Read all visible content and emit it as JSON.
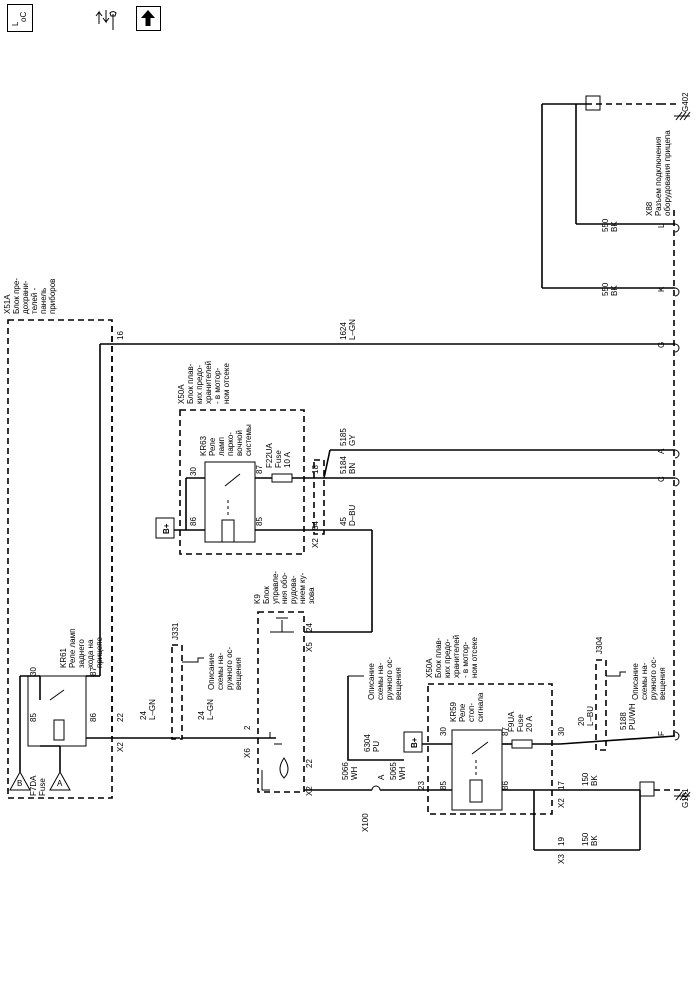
{
  "toolbar": {
    "location_glyph_a": "L",
    "location_glyph_b": "oC"
  },
  "labels": {
    "x51a": [
      "X51A",
      "Блок пре-",
      "дохрани-",
      "телей -",
      "панель",
      "приборов"
    ],
    "x51a_pin16": "16",
    "x51a_pin22": "22",
    "x51a_conn": "X2",
    "f7da": [
      "F7DA",
      "Fuse"
    ],
    "kr61": [
      "KR61",
      "Реле ламп",
      "заднего",
      "хода на",
      "прицепе"
    ],
    "kr61_pin30": "30",
    "kr61_pin85": "85",
    "kr61_pin86": "86",
    "kr61_pin87": "87",
    "term_b": "B",
    "term_a": "A",
    "x50a_top": [
      "X50A",
      "Блок плав-",
      "ких предо-",
      "хранителей",
      "- в мотор-",
      "ном отсеке"
    ],
    "kr63": [
      "KR63",
      "Реле",
      "ламп",
      "парко-",
      "вочной",
      "системы"
    ],
    "kr63_pin30": "30",
    "kr63_pin87": "87",
    "kr63_pin86": "86",
    "kr63_pin85": "85",
    "f22ua": [
      "F22UA",
      "Fuse",
      "10 A"
    ],
    "x50a_top_pin18": "18",
    "x50a_top_pin54": "54",
    "x50a_top_conn": "X2",
    "bplus_top": "B+",
    "bplus_bottom": "B+",
    "k9": [
      "K9",
      "Блок",
      "управле-",
      "ния обо-",
      "рудова-",
      "нием ку-",
      "зова"
    ],
    "k9_pin24": "24",
    "k9_conn_x5": "X5",
    "k9_pin2": "2",
    "k9_conn_x6": "X6",
    "k9_pin22": "22",
    "k9_conn_x2": "X2",
    "j331": "J331",
    "j331_desc": [
      "Описание",
      "схемы на-",
      "ружного ос-",
      "вещения"
    ],
    "wire_24_lgn_a": [
      "24",
      "L–GN"
    ],
    "wire_24_lgn_b": [
      "24",
      "L–GN"
    ],
    "wire_45_dbu": [
      "45",
      "D–BU"
    ],
    "wire_5185_gy": [
      "5185",
      "GY"
    ],
    "wire_5184_bn": [
      "5184",
      "BN"
    ],
    "wire_1624_lgn": [
      "1624",
      "L–GN"
    ],
    "wire_550_bk_a": [
      "550",
      "BK"
    ],
    "wire_550_bk_b": [
      "550",
      "BK"
    ],
    "x88": [
      "X88",
      "Разъем подключения",
      "оборудования прицепа"
    ],
    "x88_pins": [
      "L",
      "K",
      "G",
      "A",
      "C",
      "F"
    ],
    "g402": "G402",
    "g101": "G101",
    "x50a_bottom": [
      "X50A",
      "Блок плав-",
      "ких предо-",
      "хранителей",
      "- в мотор-",
      "ном отсеке"
    ],
    "kr59": [
      "KR59",
      "Реле",
      "стоп-",
      "сигнала"
    ],
    "kr59_pin30": "30",
    "kr59_pin87": "87",
    "kr59_pin85": "85",
    "kr59_pin86": "86",
    "f9ua": [
      "F9UA",
      "Fuse",
      "20 A"
    ],
    "x50a_bot_pin30": "30",
    "x50a_bot_pin17": "17",
    "x50a_bot_pin23": "23",
    "x50a_bot_pin19": "19",
    "x50a_bot_conn_x2": "X2",
    "x50a_bot_conn_x3": "X3",
    "wire_lbu": [
      "20",
      "L–BU"
    ],
    "j304": "J304",
    "j304_desc": [
      "Описание",
      "схемы на-",
      "ружного ос-",
      "вещения"
    ],
    "ext_desc_mid": [
      "Описание",
      "схемы на-",
      "ружного ос-",
      "вещения"
    ],
    "wire_6304_pu": [
      "6304",
      "PU"
    ],
    "wire_5188_puwh": [
      "5188",
      "PU/WH"
    ],
    "wire_5066_wh": [
      "5066",
      "WH"
    ],
    "wire_5065_wh": [
      "5065",
      "WH"
    ],
    "x100": "X100",
    "x100_pin": "A",
    "wire_150_bk_a": [
      "150",
      "BK"
    ],
    "wire_150_bk_b": [
      "150",
      "BK"
    ]
  }
}
